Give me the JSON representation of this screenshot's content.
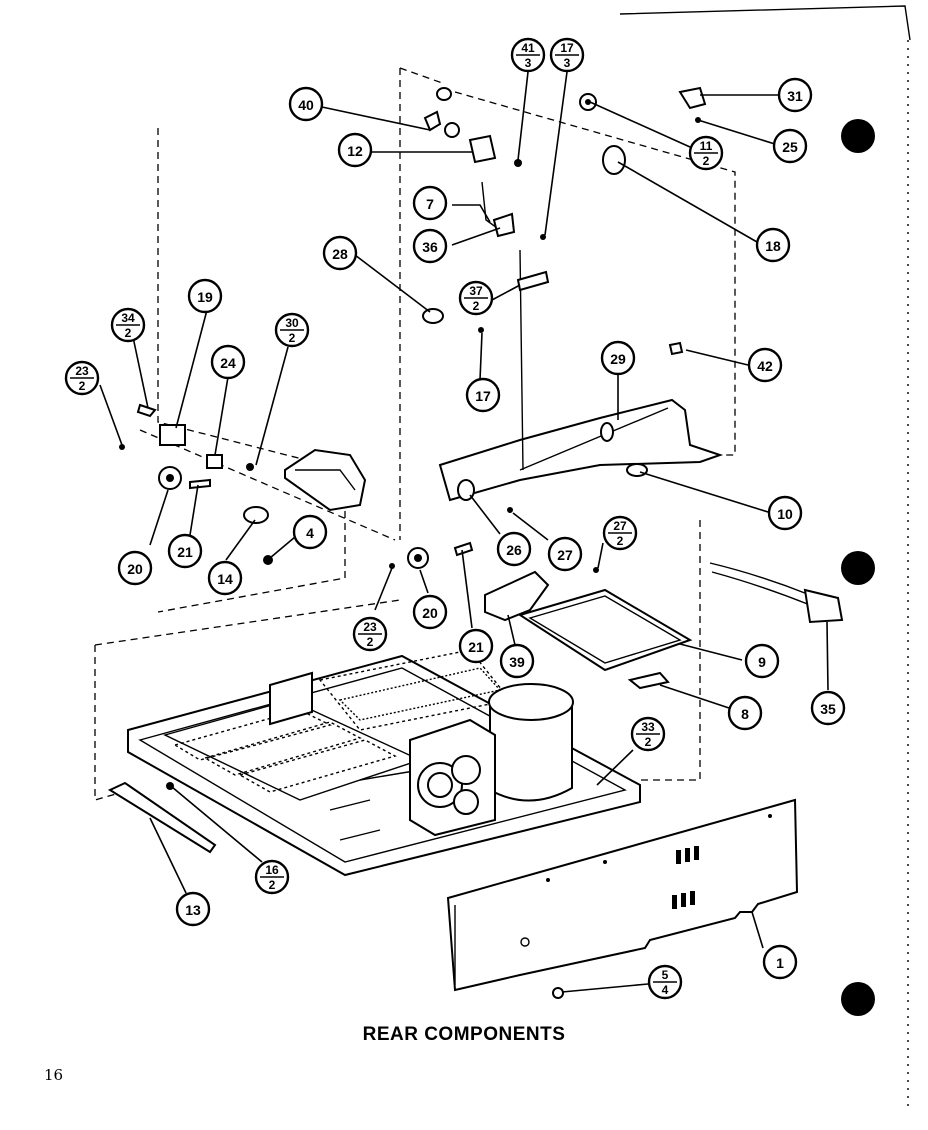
{
  "title": "REAR COMPONENTS",
  "page_number": "16",
  "callouts": [
    {
      "id": "c1",
      "top": "1",
      "bottom": ""
    },
    {
      "id": "c4",
      "top": "4",
      "bottom": ""
    },
    {
      "id": "c5-4",
      "top": "5",
      "bottom": "4"
    },
    {
      "id": "c7",
      "top": "7",
      "bottom": ""
    },
    {
      "id": "c8",
      "top": "8",
      "bottom": ""
    },
    {
      "id": "c9",
      "top": "9",
      "bottom": ""
    },
    {
      "id": "c10",
      "top": "10",
      "bottom": ""
    },
    {
      "id": "c11-2",
      "top": "11",
      "bottom": "2"
    },
    {
      "id": "c12",
      "top": "12",
      "bottom": ""
    },
    {
      "id": "c13",
      "top": "13",
      "bottom": ""
    },
    {
      "id": "c14",
      "top": "14",
      "bottom": ""
    },
    {
      "id": "c16-2",
      "top": "16",
      "bottom": "2"
    },
    {
      "id": "c17-3",
      "top": "17",
      "bottom": "3"
    },
    {
      "id": "c17",
      "top": "17",
      "bottom": ""
    },
    {
      "id": "c18",
      "top": "18",
      "bottom": ""
    },
    {
      "id": "c19",
      "top": "19",
      "bottom": ""
    },
    {
      "id": "c20a",
      "top": "20",
      "bottom": ""
    },
    {
      "id": "c20b",
      "top": "20",
      "bottom": ""
    },
    {
      "id": "c21a",
      "top": "21",
      "bottom": ""
    },
    {
      "id": "c21b",
      "top": "21",
      "bottom": ""
    },
    {
      "id": "c23-2a",
      "top": "23",
      "bottom": "2"
    },
    {
      "id": "c23-2b",
      "top": "23",
      "bottom": "2"
    },
    {
      "id": "c24",
      "top": "24",
      "bottom": ""
    },
    {
      "id": "c25",
      "top": "25",
      "bottom": ""
    },
    {
      "id": "c26",
      "top": "26",
      "bottom": ""
    },
    {
      "id": "c27",
      "top": "27",
      "bottom": ""
    },
    {
      "id": "c27-2",
      "top": "27",
      "bottom": "2"
    },
    {
      "id": "c28",
      "top": "28",
      "bottom": ""
    },
    {
      "id": "c29",
      "top": "29",
      "bottom": ""
    },
    {
      "id": "c30-2",
      "top": "30",
      "bottom": "2"
    },
    {
      "id": "c31",
      "top": "31",
      "bottom": ""
    },
    {
      "id": "c33-2",
      "top": "33",
      "bottom": "2"
    },
    {
      "id": "c34-2",
      "top": "34",
      "bottom": "2"
    },
    {
      "id": "c35",
      "top": "35",
      "bottom": ""
    },
    {
      "id": "c36",
      "top": "36",
      "bottom": ""
    },
    {
      "id": "c37-2",
      "top": "37",
      "bottom": "2"
    },
    {
      "id": "c39",
      "top": "39",
      "bottom": ""
    },
    {
      "id": "c40",
      "top": "40",
      "bottom": ""
    },
    {
      "id": "c41-3",
      "top": "41",
      "bottom": "3"
    },
    {
      "id": "c42",
      "top": "42",
      "bottom": ""
    }
  ]
}
